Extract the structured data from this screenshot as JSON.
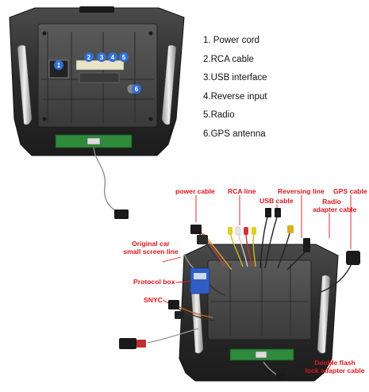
{
  "port_list": [
    "1. Power cord",
    "2.RCA cable",
    "3.USB interface",
    "4.Reverse input",
    "5.Radio",
    "6.GPS antenna"
  ],
  "port_markers": [
    "1",
    "2",
    "3",
    "4",
    "5",
    "6"
  ],
  "callouts": {
    "power_cable": "power cable",
    "rca_line": "RCA line",
    "usb_cable": "USB cable",
    "reversing_line": "Reversing line",
    "gps_cable": "GPS cable",
    "radio_adapter_line1": "Radio",
    "radio_adapter_line2": "adapter cable",
    "original_car_line1": "Original car",
    "original_car_line2": "small screen line",
    "protocol_box": "Protocol box",
    "snyc": "SNYC",
    "double_flash_line1": "Double flash",
    "double_flash_line2": "lock adapter cable"
  },
  "colors": {
    "callout_red": "#d9161c",
    "marker_blue": "#2f6fd8",
    "bezel_dark": "#2b2b2b",
    "pcb_green": "#2f8a3c",
    "protocol_box_blue": "#2f5fc4"
  }
}
